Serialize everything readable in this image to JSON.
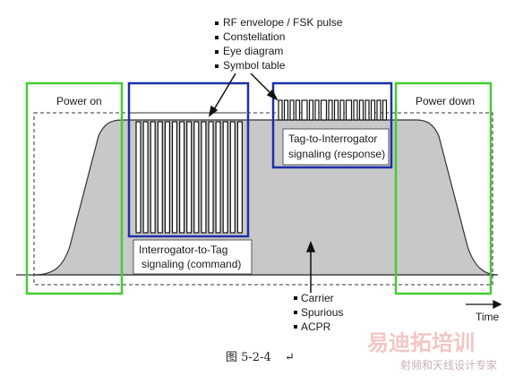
{
  "measurements_top": [
    "RF envelope / FSK pulse",
    "Constellation",
    "Eye diagram",
    "Symbol table"
  ],
  "measurements_bottom": [
    "Carrier",
    "Spurious",
    "ACPR"
  ],
  "power_on_label": "Power on",
  "power_down_label": "Power down",
  "command_label": [
    "Interrogator-to-Tag",
    "signaling (command)"
  ],
  "response_label": [
    "Tag-to-Interrogator",
    "signaling (response)"
  ],
  "time_label": "Time",
  "caption": "图 5-2-4",
  "watermark": {
    "main": "易迪拓培训",
    "sub": "射频和天线设计专家"
  },
  "colors": {
    "envelope_fill": "#c8c8c8",
    "green_box": "#44cc33",
    "blue_box": "#1f2fa8"
  }
}
